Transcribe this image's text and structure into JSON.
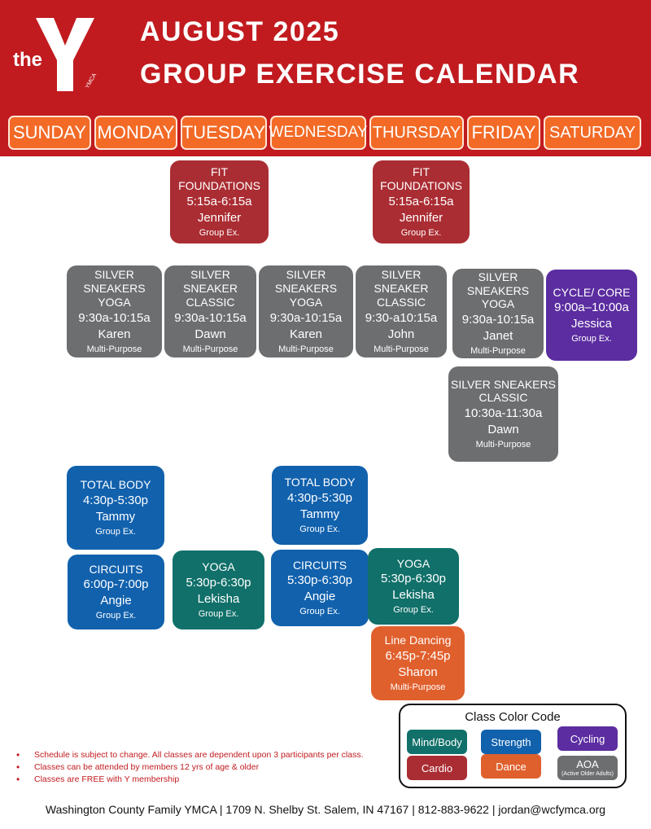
{
  "colors": {
    "header_red": "#c11b1f",
    "day_orange": "#f26a26",
    "mind_body": "#11706a",
    "strength": "#1161ad",
    "cycling": "#5b2da0",
    "cardio": "#aa2d33",
    "dance": "#e0602d",
    "aoa": "#6d6e70"
  },
  "header": {
    "logo_word": "the",
    "logo_small": "YMCA",
    "title_line1": "AUGUST 2025",
    "title_line2": "GROUP EXERCISE CALENDAR"
  },
  "days": [
    "SUNDAY",
    "MONDAY",
    "TUESDAY",
    "WEDNESDAY",
    "THURSDAY",
    "FRIDAY",
    "SATURDAY"
  ],
  "classes": [
    {
      "name": "FIT FOUNDATIONS",
      "time": "5:15a-6:15a",
      "instructor": "Jennifer",
      "room": "Group Ex.",
      "category": "cardio"
    },
    {
      "name": "FIT FOUNDATIONS",
      "time": "5:15a-6:15a",
      "instructor": "Jennifer",
      "room": "Group Ex.",
      "category": "cardio"
    },
    {
      "name": "SILVER SNEAKERS YOGA",
      "time": "9:30a-10:15a",
      "instructor": "Karen",
      "room": "Multi-Purpose",
      "category": "aoa"
    },
    {
      "name": "SILVER SNEAKER CLASSIC",
      "time": "9:30a-10:15a",
      "instructor": "Dawn",
      "room": "Multi-Purpose",
      "category": "aoa"
    },
    {
      "name": "SILVER SNEAKERS YOGA",
      "time": "9:30a-10:15a",
      "instructor": "Karen",
      "room": "Multi-Purpose",
      "category": "aoa"
    },
    {
      "name": "SILVER SNEAKER CLASSIC",
      "time": "9:30-a10:15a",
      "instructor": "John",
      "room": "Multi-Purpose",
      "category": "aoa"
    },
    {
      "name": "SILVER SNEAKERS YOGA",
      "time": "9:30a-10:15a",
      "instructor": "Janet",
      "room": "Multi-Purpose",
      "category": "aoa"
    },
    {
      "name": "CYCLE/ CORE",
      "time": "9:00a–10:00a",
      "instructor": "Jessica",
      "room": "Group Ex.",
      "category": "cycling"
    },
    {
      "name": "SILVER SNEAKERS CLASSIC",
      "time": "10:30a-11:30a",
      "instructor": "Dawn",
      "room": "Multi-Purpose",
      "category": "aoa"
    },
    {
      "name": "TOTAL BODY",
      "time": "4:30p-5:30p",
      "instructor": "Tammy",
      "room": "Group Ex.",
      "category": "strength"
    },
    {
      "name": "TOTAL BODY",
      "time": "4:30p-5:30p",
      "instructor": "Tammy",
      "room": "Group Ex.",
      "category": "strength"
    },
    {
      "name": "CIRCUITS",
      "time": "6:00p-7:00p",
      "instructor": "Angie",
      "room": "Group Ex.",
      "category": "strength"
    },
    {
      "name": "YOGA",
      "time": "5:30p-6:30p",
      "instructor": "Lekisha",
      "room": "Group Ex.",
      "category": "mind_body"
    },
    {
      "name": "CIRCUITS",
      "time": "5:30p-6:30p",
      "instructor": "Angie",
      "room": "Group Ex.",
      "category": "strength"
    },
    {
      "name": "YOGA",
      "time": "5:30p-6:30p",
      "instructor": "Lekisha",
      "room": "Group Ex.",
      "category": "mind_body"
    },
    {
      "name": "Line Dancing",
      "time": "6:45p-7:45p",
      "instructor": "Sharon",
      "room": "Multi-Purpose",
      "category": "dance"
    }
  ],
  "legend": {
    "title": "Class Color Code",
    "items": [
      {
        "label": "Mind/Body",
        "category": "mind_body"
      },
      {
        "label": "Strength",
        "category": "strength"
      },
      {
        "label": "Cycling",
        "category": "cycling"
      },
      {
        "label": "Cardio",
        "category": "cardio"
      },
      {
        "label": "Dance",
        "category": "dance"
      },
      {
        "label": "AOA",
        "sub": "(Active Older Adults)",
        "category": "aoa"
      }
    ]
  },
  "notes": [
    "Schedule is subject to change. All classes are dependent upon 3 participants per class.",
    "Classes can be attended by members 12 yrs of age & older",
    "Classes are FREE with Y membership"
  ],
  "footer": "Washington County Family YMCA | 1709 N. Shelby St. Salem, IN 47167 | 812-883-9622 | jordan@wcfymca.org"
}
